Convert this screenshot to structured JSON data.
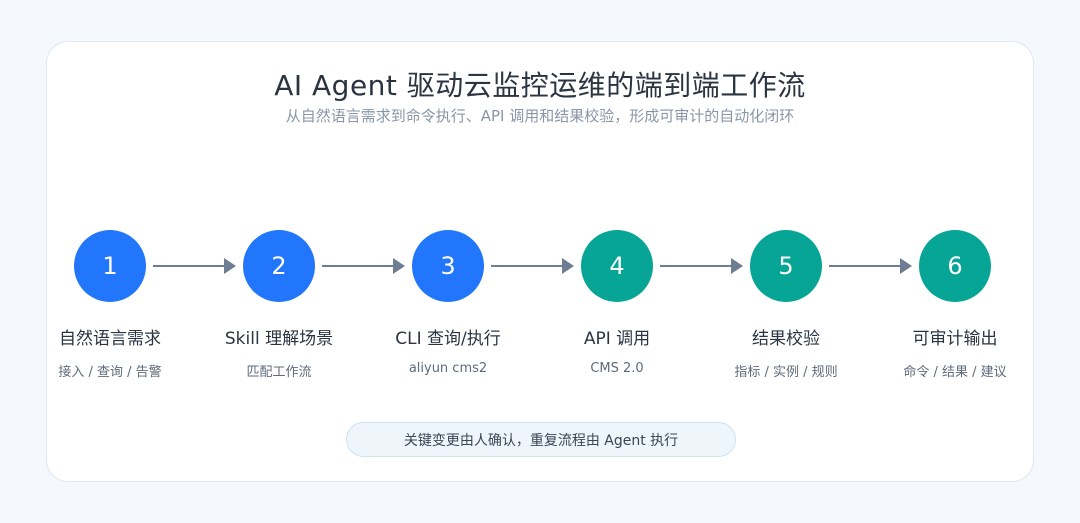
{
  "header": {
    "title": "AI Agent 驱动云监控运维的端到端工作流",
    "subtitle": "从自然语言需求到命令执行、API 调用和结果校验，形成可审计的自动化闭环"
  },
  "colors": {
    "blue": "#2176fb",
    "teal": "#06a595",
    "arrow": "#6f7d92"
  },
  "steps": [
    {
      "number": "1",
      "label": "自然语言需求",
      "sub": "接入 / 查询 / 告警",
      "color": "blue"
    },
    {
      "number": "2",
      "label": "Skill 理解场景",
      "sub": "匹配工作流",
      "color": "blue"
    },
    {
      "number": "3",
      "label": "CLI 查询/执行",
      "sub": "aliyun cms2",
      "color": "blue"
    },
    {
      "number": "4",
      "label": "API 调用",
      "sub": "CMS 2.0",
      "color": "teal"
    },
    {
      "number": "5",
      "label": "结果校验",
      "sub": "指标 / 实例 / 规则",
      "color": "teal"
    },
    {
      "number": "6",
      "label": "可审计输出",
      "sub": "命令 / 结果 / 建议",
      "color": "teal"
    }
  ],
  "footer": {
    "note": "关键变更由人确认，重复流程由 Agent 执行"
  }
}
